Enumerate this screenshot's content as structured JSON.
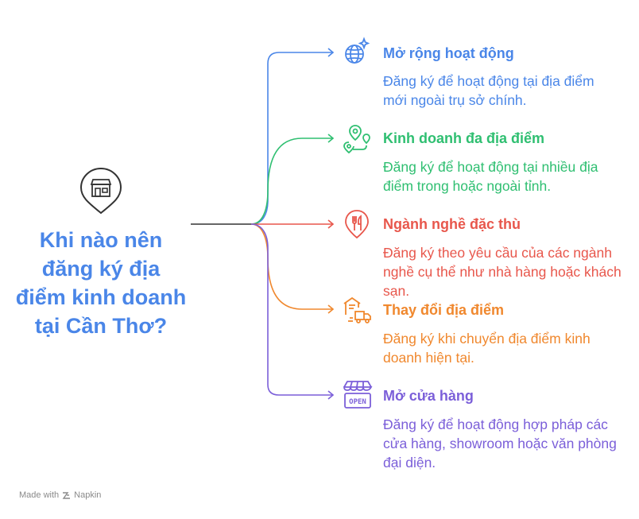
{
  "center": {
    "title": "Khi nào nên đăng ký địa điểm kinh doanh tại Cần Thơ?",
    "icon": "storefront-pin-icon",
    "color": "#4a86e8"
  },
  "branches": [
    {
      "title": "Mở rộng hoạt động",
      "description": "Đăng ký để hoạt động tại địa điểm mới ngoài trụ sở chính.",
      "icon": "globe-sparkle-icon",
      "color": "#4a86e8"
    },
    {
      "title": "Kinh doanh đa địa điểm",
      "description": "Đăng ký để hoạt động tại nhiều địa điểm trong hoặc ngoài tỉnh.",
      "icon": "map-pins-route-icon",
      "color": "#2fbf71"
    },
    {
      "title": "Ngành nghề đặc thù",
      "description": "Đăng ký theo yêu cầu của các ngành nghề cụ thể như nhà hàng hoặc khách sạn.",
      "icon": "restaurant-pin-icon",
      "color": "#e8574c"
    },
    {
      "title": "Thay đổi địa điểm",
      "description": "Đăng ký khi chuyển địa điểm kinh doanh hiện tại.",
      "icon": "warehouse-truck-icon",
      "color": "#f0882e"
    },
    {
      "title": "Mở cửa hàng",
      "description": "Đăng ký để hoạt động hợp pháp các cửa hàng, showroom hoặc văn phòng đại diện.",
      "icon": "open-shop-icon",
      "color": "#7b5fd9"
    }
  ],
  "footer": {
    "text": "Made with",
    "brand": "Napkin"
  }
}
